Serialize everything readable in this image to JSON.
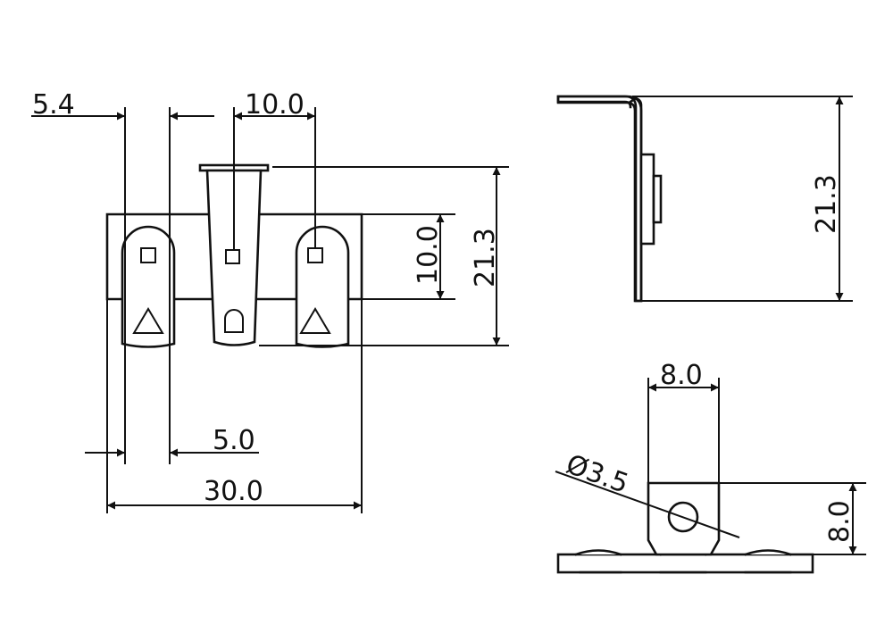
{
  "dimensions": {
    "front_width_left_tab": "5.4",
    "front_spacing_top": "10.0",
    "front_height_inner": "10.0",
    "front_height_total": "21.3",
    "front_tab_width": "5.0",
    "front_total_width": "30.0",
    "side_height": "21.3",
    "bottom_width": "8.0",
    "bottom_hole_diameter": "Ø3.5",
    "bottom_height": "8.0"
  }
}
